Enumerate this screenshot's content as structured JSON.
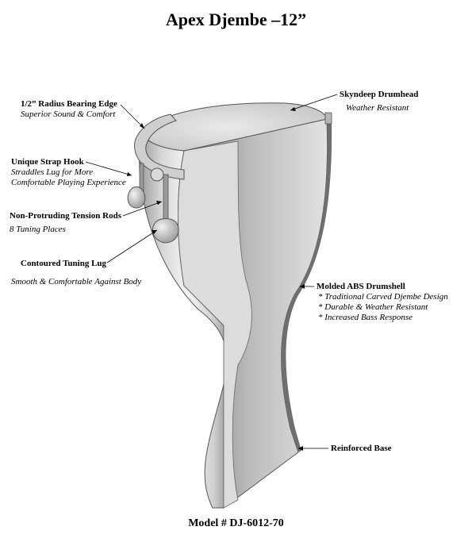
{
  "title": "Apex Djembe –12”",
  "model": "Model # DJ-6012-70",
  "callouts": {
    "bearing_edge": {
      "head": "1/2” Radius Bearing Edge",
      "sub": "Superior Sound & Comfort"
    },
    "strap_hook": {
      "head": "Unique Strap Hook",
      "sub1": "Straddles Lug for More",
      "sub2": "Comfortable Playing Experience"
    },
    "tension_rods": {
      "head": "Non-Protruding Tension Rods",
      "sub": "8 Tuning Places"
    },
    "tuning_lug": {
      "head": "Contoured Tuning Lug",
      "sub": "Smooth & Comfortable Against Body"
    },
    "drumhead": {
      "head": "Skyndeep Drumhead",
      "sub": "Weather Resistant"
    },
    "drumshell": {
      "head": "Molded ABS Drumshell",
      "bullets": [
        "*  Traditional Carved Djembe Design",
        "*  Durable & Weather Resistant",
        "*  Increased Bass Response"
      ]
    },
    "base": {
      "head": "Reinforced Base"
    }
  },
  "colors": {
    "shell_light": "#f2f2f2",
    "shell_mid": "#c8c8c8",
    "shell_dark": "#8a8a8a",
    "inner": "#a9a9a9"
  }
}
